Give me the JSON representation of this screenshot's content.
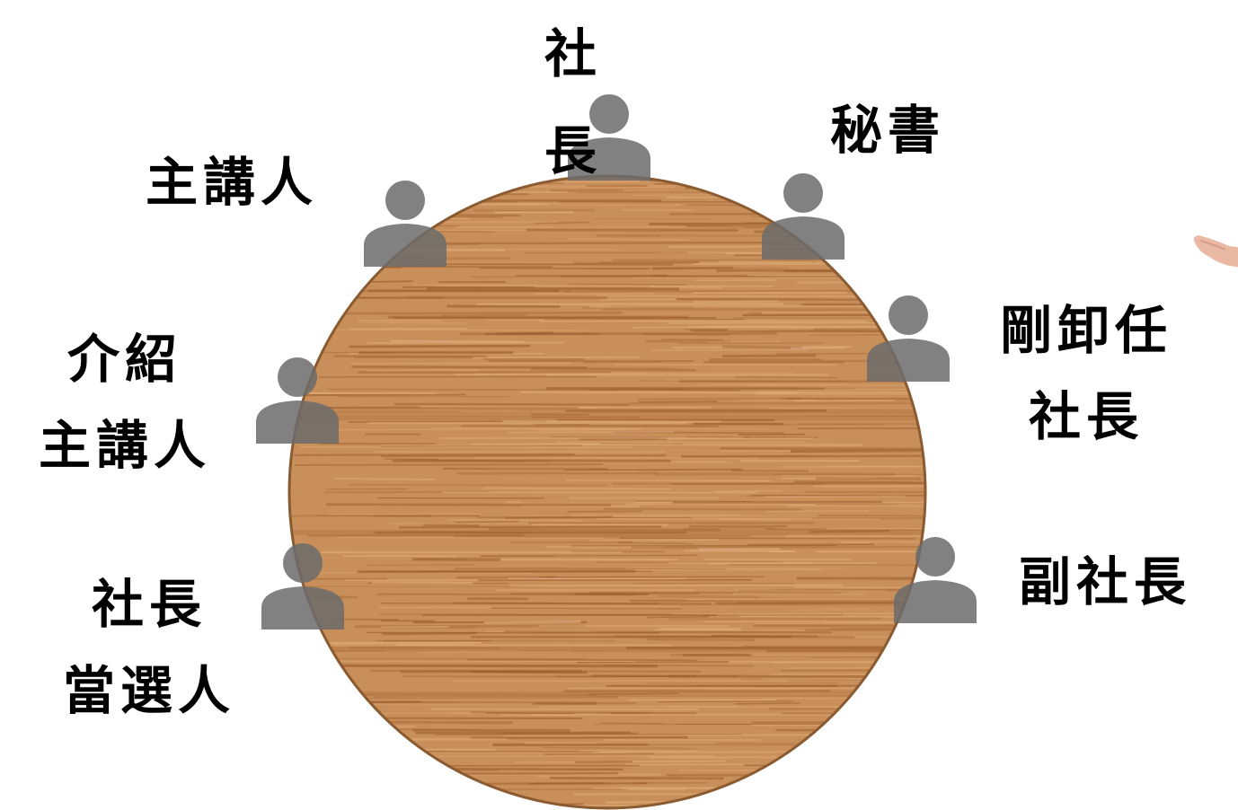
{
  "colors": {
    "table_fill": "#c98f5a",
    "table_border": "#8a5a30",
    "grain_dark": "#9a5c2c",
    "grain_light": "#e0ae7c",
    "person_icon": "#6b6b6b",
    "text": "#000000"
  },
  "icons": {
    "person": "person-silhouette-icon",
    "table": "round-table"
  },
  "seats": [
    {
      "id": "president",
      "label_lines": [
        "社",
        "長"
      ]
    },
    {
      "id": "secretary",
      "label_lines": [
        "秘書"
      ]
    },
    {
      "id": "past_president",
      "label_lines": [
        "剛卸任",
        "社長"
      ]
    },
    {
      "id": "vice_president",
      "label_lines": [
        "副社長"
      ]
    },
    {
      "id": "president_elect",
      "label_lines": [
        "社長",
        "當選人"
      ]
    },
    {
      "id": "speaker_introducer",
      "label_lines": [
        "介紹",
        "主講人"
      ]
    },
    {
      "id": "speaker",
      "label_lines": [
        "主講人"
      ]
    }
  ]
}
